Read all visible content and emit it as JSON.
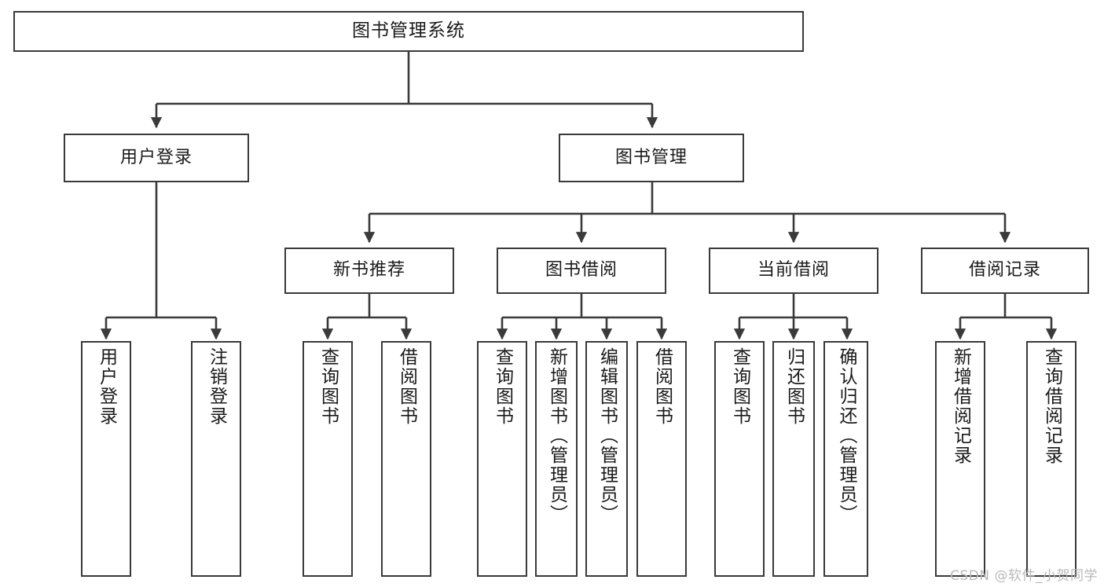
{
  "diagram": {
    "type": "tree",
    "title": "图书管理系统",
    "root": {
      "label": "图书管理系统"
    },
    "level2": [
      {
        "label": "用户登录"
      },
      {
        "label": "图书管理"
      }
    ],
    "level3": [
      {
        "label": "新书推荐"
      },
      {
        "label": "图书借阅"
      },
      {
        "label": "当前借阅"
      },
      {
        "label": "借阅记录"
      }
    ],
    "leaves": {
      "user_login": [
        {
          "label": "用户登录"
        },
        {
          "label": "注销登录"
        }
      ],
      "new_book": [
        {
          "label": "查询图书"
        },
        {
          "label": "借阅图书"
        }
      ],
      "borrow_book": [
        {
          "label": "查询图书"
        },
        {
          "label": "新增图书（管理员）"
        },
        {
          "label": "编辑图书（管理员）"
        },
        {
          "label": "借阅图书"
        }
      ],
      "current_borrow": [
        {
          "label": "查询图书"
        },
        {
          "label": "归还图书"
        },
        {
          "label": "确认归还（管理员）"
        }
      ],
      "borrow_record": [
        {
          "label": "新增借阅记录"
        },
        {
          "label": "查询借阅记录"
        }
      ]
    }
  },
  "watermark": {
    "text": "CSDN @软件_小贺同学"
  },
  "colors": {
    "border": "#3a3a3a",
    "background": "#ffffff",
    "text": "#1a1a1a",
    "watermark": "#b9b9b9"
  }
}
